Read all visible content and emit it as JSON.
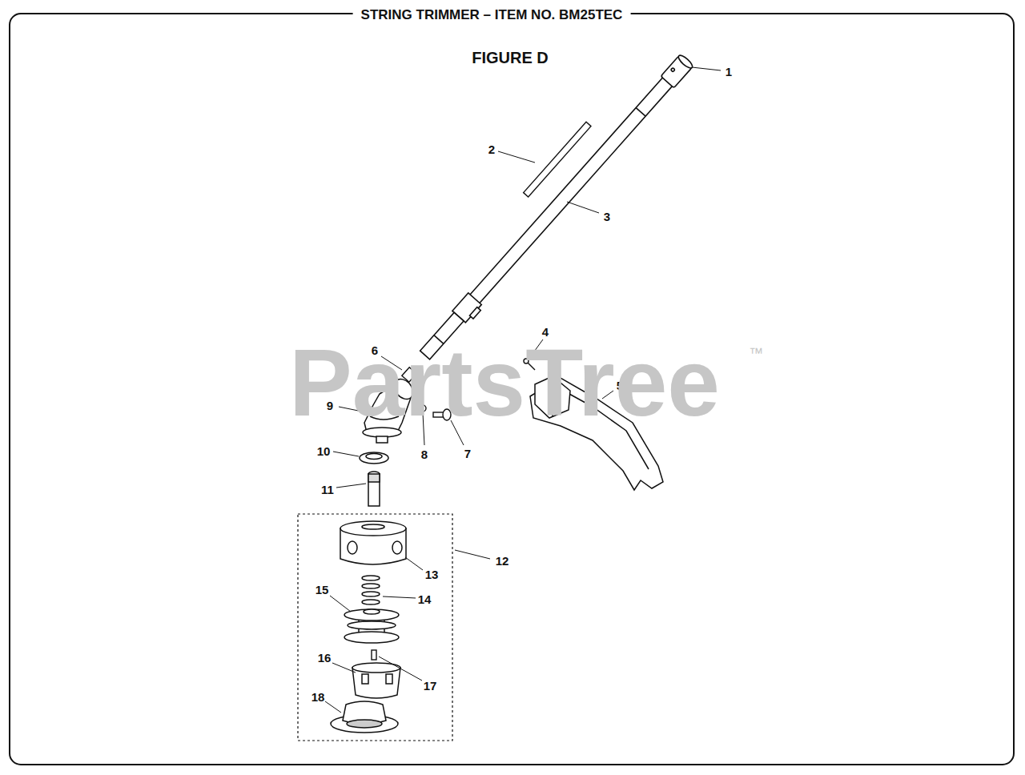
{
  "diagram": {
    "title": "STRING TRIMMER – ITEM NO. BM25TEC",
    "labels": [
      "FIGURE D",
      "1",
      "2",
      "3",
      "4",
      "5",
      "6",
      "7",
      "8",
      "9",
      "10",
      "11",
      "12",
      "13",
      "14",
      "15",
      "16",
      "17",
      "18",
      "PartsTree",
      "™"
    ]
  }
}
